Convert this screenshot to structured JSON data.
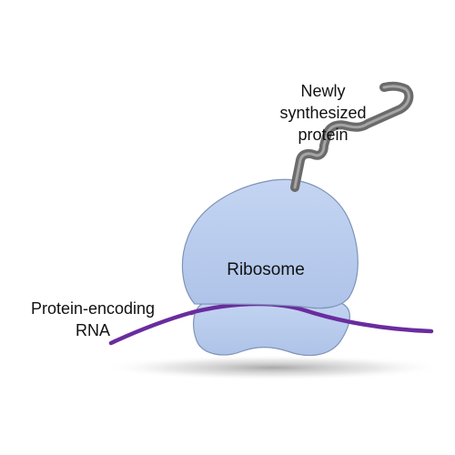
{
  "labels": {
    "protein": [
      "Newly",
      "synthesized",
      "protein"
    ],
    "ribosome": "Ribosome",
    "rna": [
      "Protein-encoding",
      "RNA"
    ]
  },
  "colors": {
    "ribosome_fill": "#b9cdee",
    "ribosome_stroke": "#7f93b8",
    "rna": "#6a2c9e",
    "protein": "#6b6b6b",
    "protein_highlight": "#bdbdbd",
    "shadow": "#9a9a9a"
  }
}
